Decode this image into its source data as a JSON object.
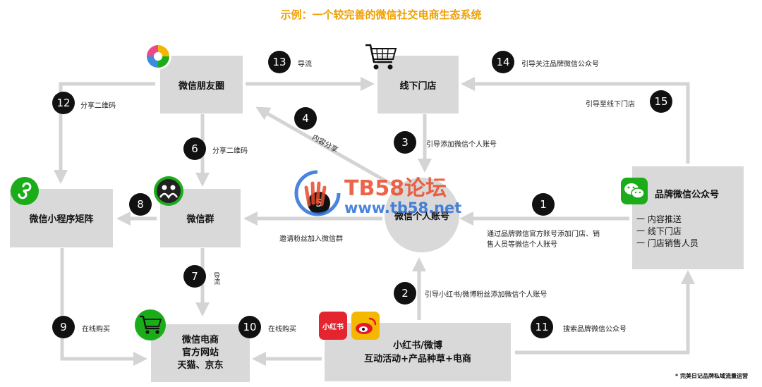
{
  "title": "示例：一个较完善的微信社交电商生态系统",
  "nodes": {
    "moments": "微信朋友圈",
    "store": "线下门店",
    "miniprogram": "微信小程序矩阵",
    "group": "微信群",
    "personal": "微信个人账号",
    "official_title": "品牌微信公众号",
    "official_items": [
      "一 内容推送",
      "一 线下门店",
      "一 门店销售人员"
    ],
    "ecommerce": [
      "微信电商",
      "官方网站",
      "天猫、京东"
    ],
    "xhs": [
      "小红书/微博",
      "互动活动+产品种草+电商"
    ]
  },
  "badges": [
    "1",
    "2",
    "3",
    "4",
    "5",
    "6",
    "7",
    "8",
    "9",
    "10",
    "11",
    "12",
    "13",
    "14",
    "15"
  ],
  "labels": {
    "l1": "通过品牌微信官方账号添加门店、销售人员等微信个人账号",
    "l2": "引导小红书/微博粉丝添加微信个人账号",
    "l3": "引导添加微信个人账号",
    "l4": "内容分享",
    "l5": "邀请粉丝加入微信群",
    "l6": "分享二维码",
    "l7": "导流",
    "l9": "在线购买",
    "l10": "在线购买",
    "l11": "搜索品牌微信公众号",
    "l12": "分享二维码",
    "l13": "导流",
    "l14": "引导关注品牌微信公众号",
    "l15": "引导至线下门店"
  },
  "icons": {
    "xhs_logo": "小红书",
    "moments": "wechat-moments-icon",
    "store": "shopping-cart-icon",
    "miniprogram": "mini-program-icon",
    "group": "group-chat-icon",
    "official": "wechat-icon",
    "ecommerce": "shopping-cart-icon",
    "weibo": "weibo-icon"
  },
  "watermark": {
    "brand": "TB58论坛",
    "url": "www.tb58.net"
  },
  "footnote": "* 完美日记品牌私域流量运营",
  "colors": {
    "title": "#f0a000",
    "box": "#d9d9d9",
    "arrow": "#d4d4d4",
    "badge": "#111111",
    "wechat_green": "#1aad19"
  }
}
